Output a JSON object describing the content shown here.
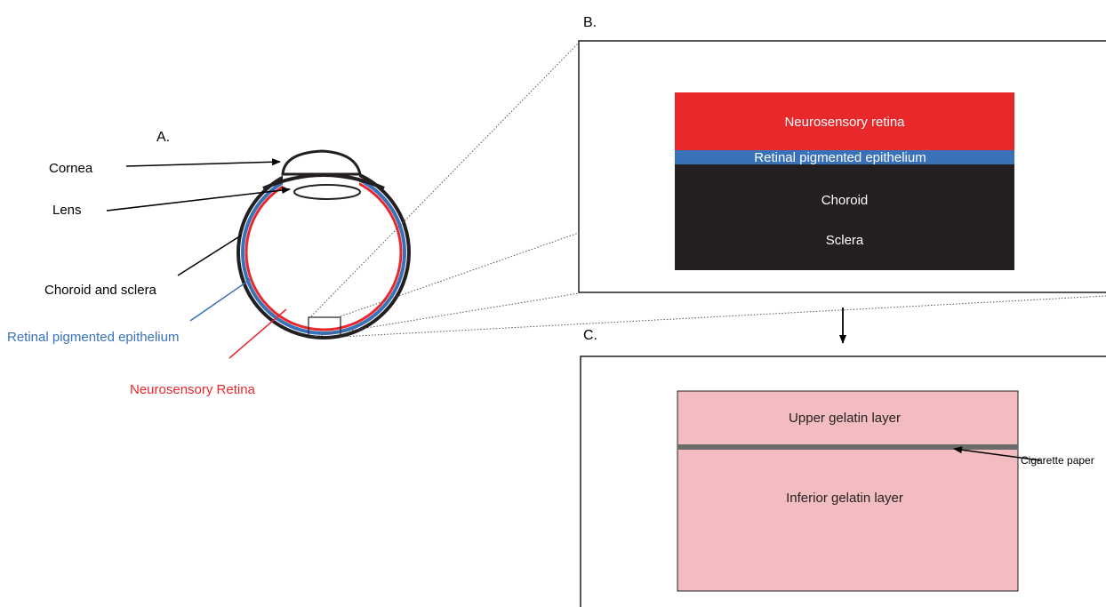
{
  "panels": {
    "a_label": "A.",
    "b_label": "B.",
    "c_label": "C."
  },
  "eye_labels": {
    "cornea": "Cornea",
    "lens": "Lens",
    "choroid_sclera": "Choroid and sclera",
    "rpe": "Retinal pigmented epithelium",
    "retina": "Neurosensory Retina"
  },
  "layers_b": {
    "retina": "Neurosensory retina",
    "rpe": "Retinal pigmented epithelium",
    "choroid": "Choroid",
    "sclera": "Sclera"
  },
  "layers_c": {
    "upper": "Upper gelatin layer",
    "inferior": "Inferior gelatin layer",
    "paper": "Cigarette paper"
  },
  "colors": {
    "retina_red": "#e8282b",
    "rpe_blue": "#3a72b9",
    "choroid_black": "#231f20",
    "gelatin_pink": "#f2bcc1",
    "paper_gray": "#6b6b6b"
  }
}
